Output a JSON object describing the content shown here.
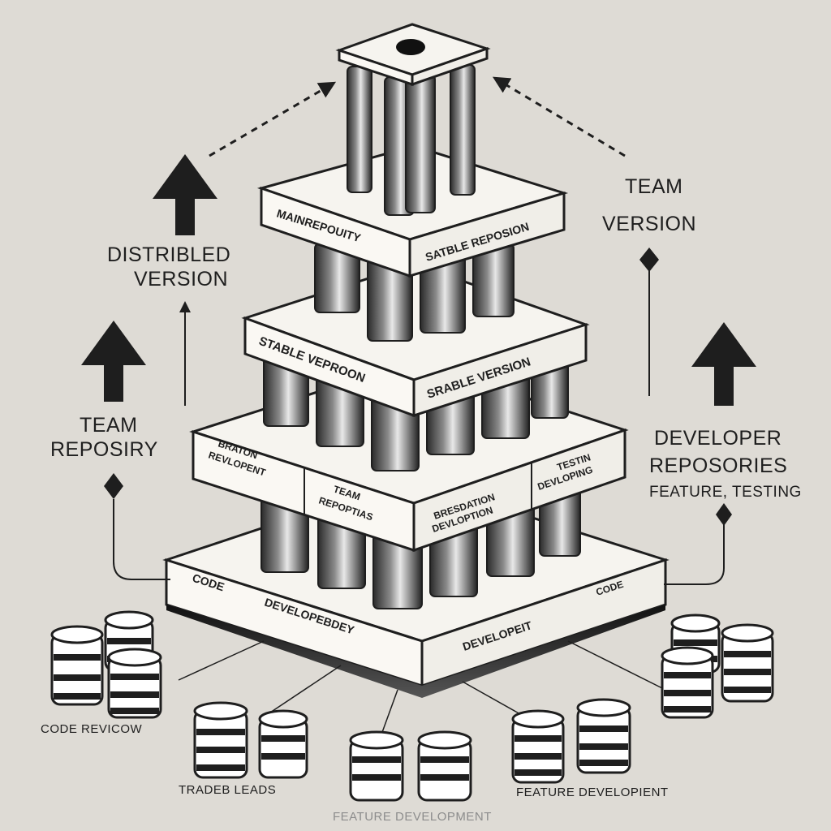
{
  "labels": {
    "distributed_version": [
      "DISTRIBLED",
      "VERSION"
    ],
    "team_repository": [
      "TEAM",
      "REPOSIRY"
    ],
    "team_version": [
      "TEAM",
      "VERSION"
    ],
    "developer_repositories": [
      "DEVELOPER",
      "REPOSORIES",
      "FEATURE, TESTING"
    ],
    "code_review": "CODE REVICOW",
    "trader_leads": "TRADEB LEADS",
    "feature_development_bottom": "FEATURE DEVELOPMENT",
    "feature_development_right": "FEATURE DEVELOPIENT"
  },
  "tiers": {
    "tier1": {
      "front": "MAINREPOUITY",
      "side": "SATBLE REPOSION"
    },
    "tier2": {
      "front": "STABLE VEPROON",
      "side": "SRABLE VERSION"
    },
    "tier3": {
      "front_a": [
        "BRATON",
        "REVLOPENT"
      ],
      "front_b": [
        "TEAM",
        "REPOPTIAS"
      ],
      "side_a": [
        "BRESDATION",
        "DEVLOPTION"
      ],
      "side_b": [
        "TESTIN",
        "DEVLOPING"
      ]
    },
    "tier4": {
      "front_a": "CODE",
      "front_b": "DEVELOPEBDEY",
      "side_a": "DEVELOPEIT",
      "side_b": "CODE"
    }
  },
  "colors": {
    "background": "#dedbd5",
    "ink": "#1e1e1e",
    "slab": "#f6f4ef"
  }
}
